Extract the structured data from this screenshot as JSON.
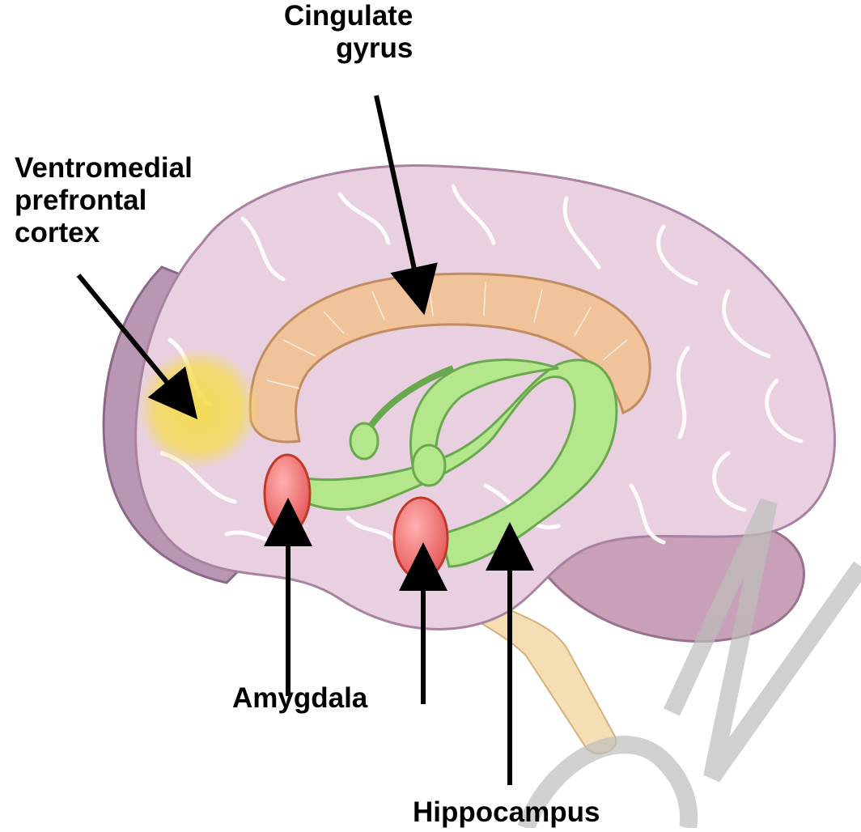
{
  "labels": {
    "cingulate": [
      "Cingulate",
      "gyrus"
    ],
    "vmpfc": [
      "Ventromedial",
      "prefrontal",
      "cortex"
    ],
    "amygdala": "Amygdala",
    "hippocampus": "Hippocampus"
  },
  "colors": {
    "cortex_fill": "#e8d0e0",
    "cortex_edge": "#a882a0",
    "cortex_rim": "#b896b4",
    "sulcus": "#ffffff",
    "cerebellum": "#c8a0b8",
    "brainstem": "#f5deb3",
    "cingulate": "#f0c39a",
    "cingulate_edge": "#c08c60",
    "fornix": "#b4e68c",
    "fornix_edge": "#6aa84f",
    "amygdala": "#f07878",
    "amygdala_edge": "#c0392b",
    "vmpfc_glow": "#f5dc50",
    "arrow": "#000000",
    "watermark": "#bdbdbd"
  },
  "icons": [
    "brain-illustration",
    "arrow-icon"
  ],
  "watermark_text": "Do Not"
}
